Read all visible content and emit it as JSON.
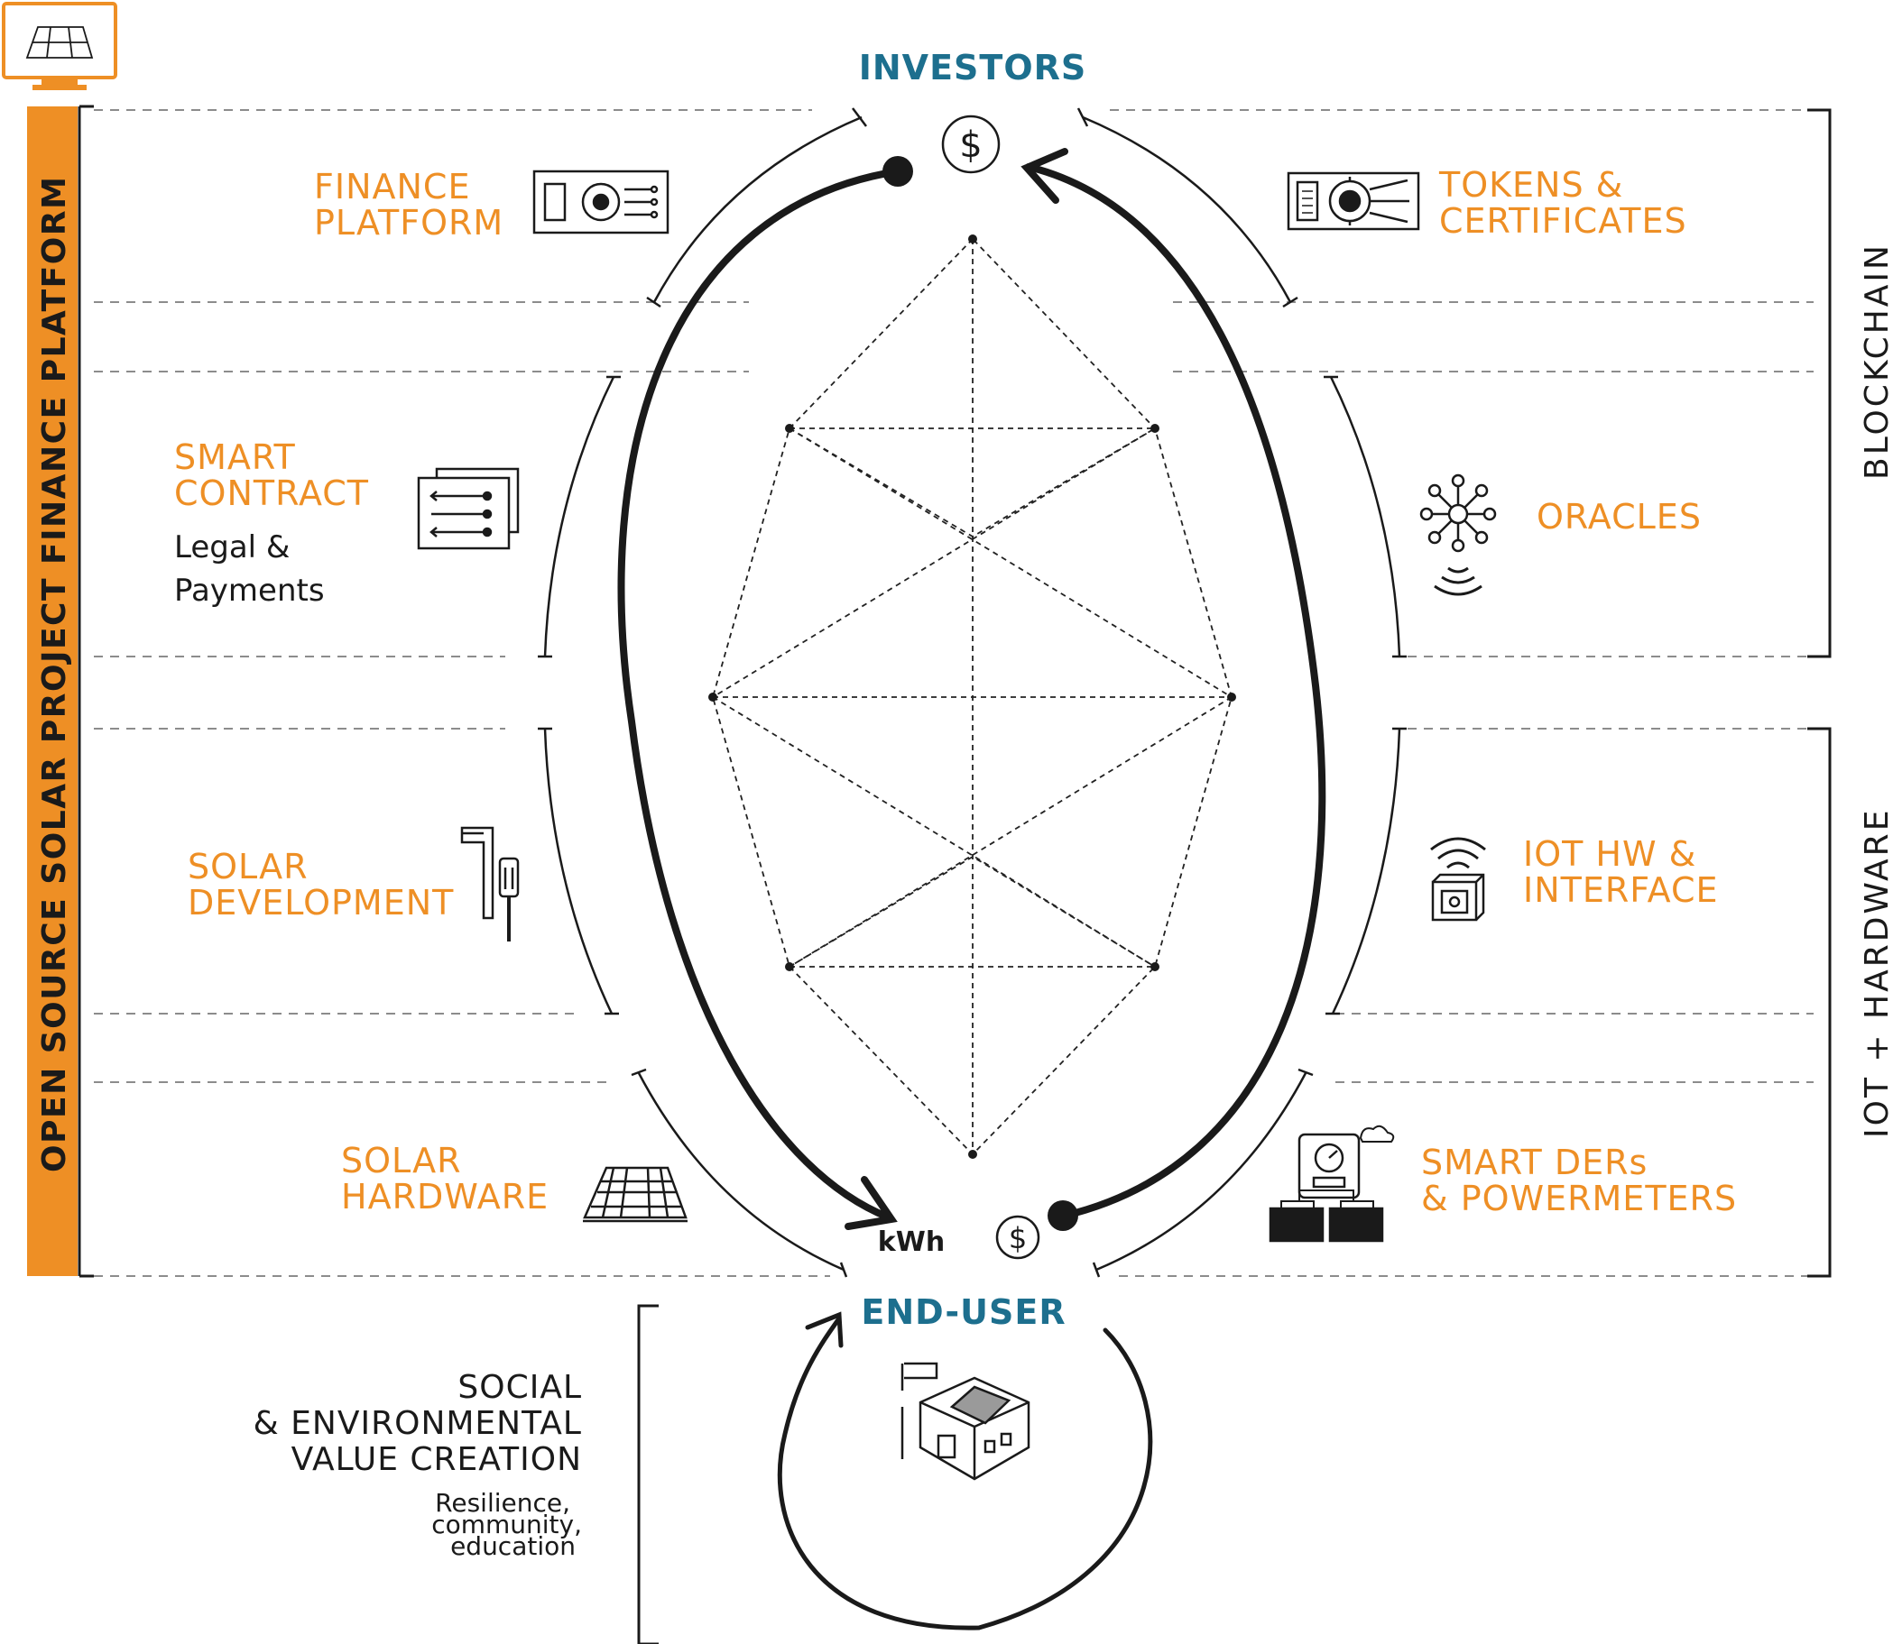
{
  "platform": {
    "vertical_title": "OPEN  SOURCE  SOLAR  PROJECT  FINANCE  PLATFORM",
    "accent_color": "#ee8f25"
  },
  "actors": {
    "top": "INVESTORS",
    "bottom": "END-USER",
    "bottom_unit": "kWh",
    "actor_color": "#1d6f8e"
  },
  "left_modules": [
    {
      "line1": "FINANCE",
      "line2": "PLATFORM",
      "icon": "finance-card-icon"
    },
    {
      "line1": "SMART",
      "line2": "CONTRACT",
      "sub1": "Legal &",
      "sub2": "Payments",
      "icon": "contract-documents-icon"
    },
    {
      "line1": "SOLAR",
      "line2": "DEVELOPMENT",
      "icon": "tools-icon"
    },
    {
      "line1": "SOLAR",
      "line2": "HARDWARE",
      "icon": "solar-panel-icon"
    }
  ],
  "right_modules": [
    {
      "line1": "TOKENS &",
      "line2": "CERTIFICATES",
      "icon": "token-chip-icon"
    },
    {
      "line1": "ORACLES",
      "icon": "oracle-network-icon"
    },
    {
      "line1": "IOT  HW &",
      "line2": "INTERFACE",
      "icon": "iot-device-icon"
    },
    {
      "line1": "SMART DERs",
      "line2": "& POWERMETERS",
      "icon": "powermeter-battery-icon"
    }
  ],
  "right_groups": {
    "upper": "BLOCKCHAIN",
    "lower": "IOT + HARDWARE"
  },
  "value_creation": {
    "line1": "SOCIAL",
    "line2": "& ENVIRONMENTAL",
    "line3": "VALUE CREATION",
    "sub1": "Resilience,",
    "sub2": "community,",
    "sub3": "education"
  }
}
